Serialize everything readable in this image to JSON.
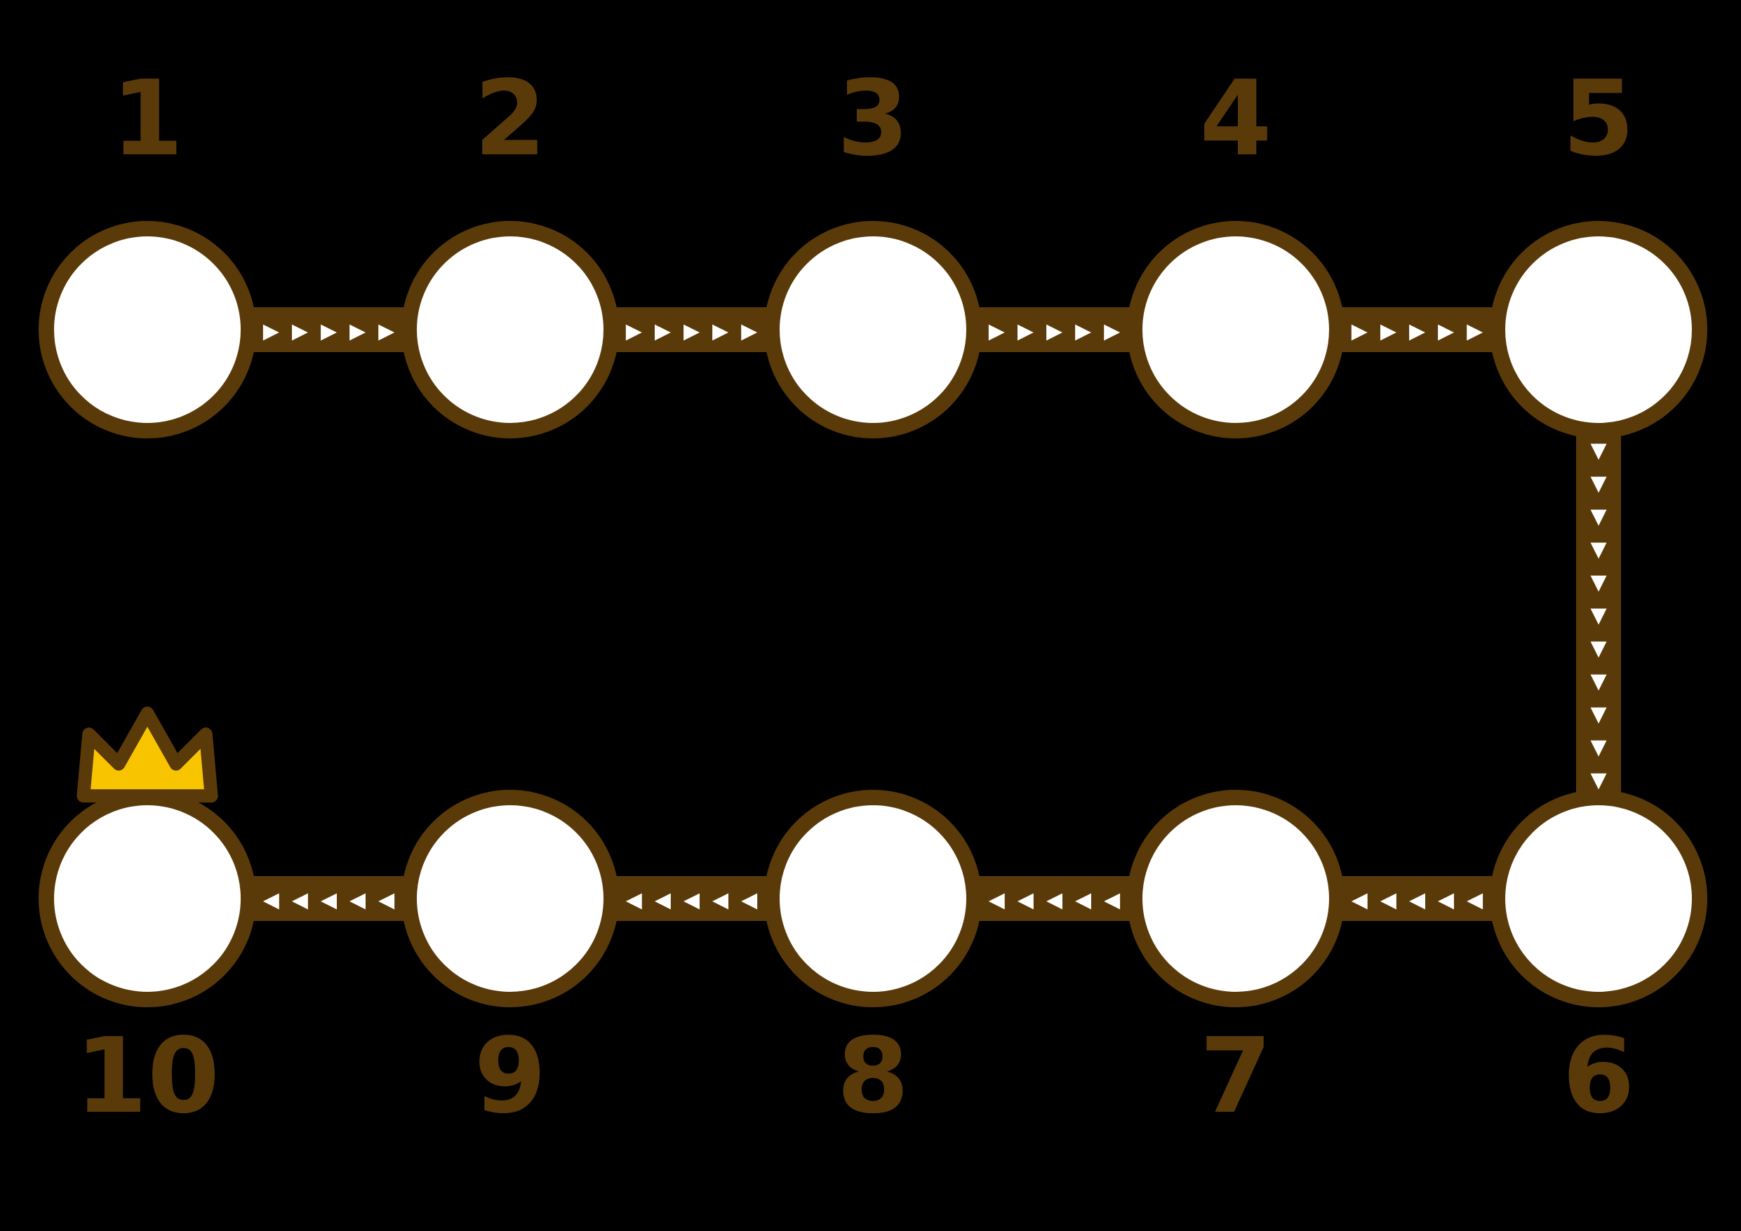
{
  "board": {
    "background_color": "#000000",
    "path_color": "#5b3a0a",
    "node_fill_color": "#ffffff",
    "number_color": "#5b3a0a",
    "crown_color": "#f8c400",
    "arrow_color": "#ffffff",
    "nodes": [
      {
        "label": "1"
      },
      {
        "label": "2"
      },
      {
        "label": "3"
      },
      {
        "label": "4"
      },
      {
        "label": "5"
      },
      {
        "label": "6"
      },
      {
        "label": "7"
      },
      {
        "label": "8"
      },
      {
        "label": "9"
      },
      {
        "label": "10",
        "icon": "crown"
      }
    ],
    "arrows": {
      "right": "▸▸▸▸▸",
      "left": "◂◂◂◂◂",
      "down": "▾\n▾\n▾\n▾\n▾\n▾\n▾\n▾\n▾\n▾\n▾"
    }
  }
}
